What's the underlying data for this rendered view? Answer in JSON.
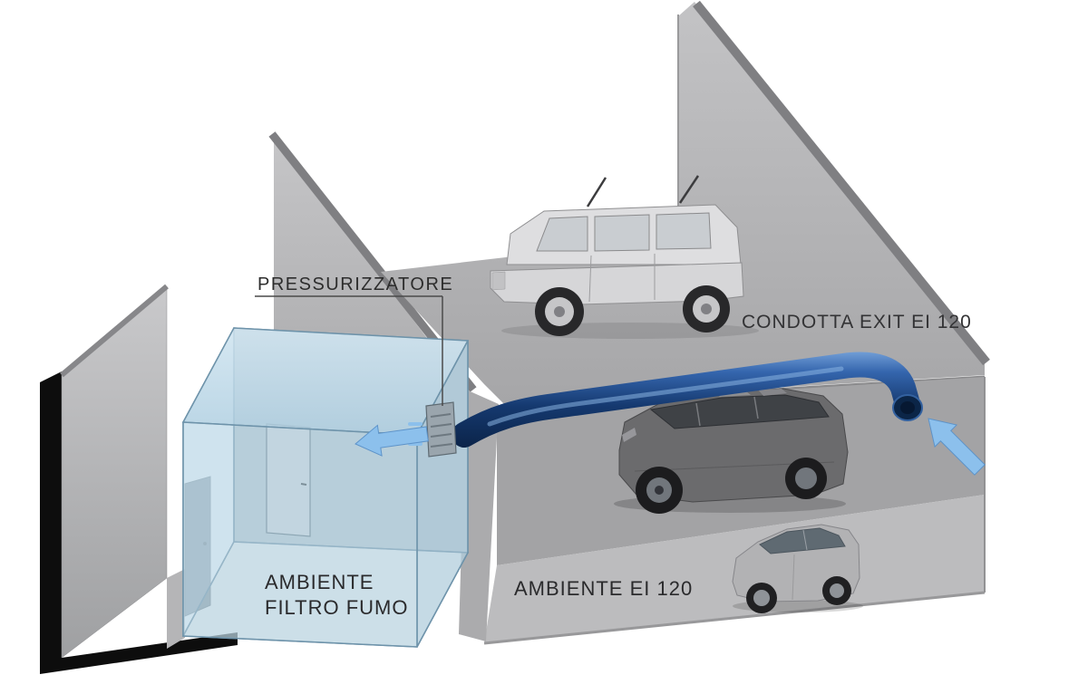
{
  "labels": {
    "pressurizzatore": "PRESSURIZZATORE",
    "condotta_exit": "CONDOTTA EXIT EI 120",
    "ambiente_filtro_line1": "AMBIENTE",
    "ambiente_filtro_line2": "FILTRO FUMO",
    "ambiente_ei120": "AMBIENTE EI 120"
  },
  "colors": {
    "wall_gray": "#b0b0b2",
    "wall_edge_dark": "#7f7f82",
    "left_wall_outline_black": "#0d0d0d",
    "garage_wall": "#a3a3a5",
    "garage_floor": "#bcbcbe",
    "glass_blue": "#bcd7e6",
    "duct_blue_dark": "#123a74",
    "arrow_blue": "#8cc0ec",
    "label_text": "#2d2d2d"
  },
  "illustrations": [
    "light-suv",
    "dark-suv",
    "sedan"
  ]
}
